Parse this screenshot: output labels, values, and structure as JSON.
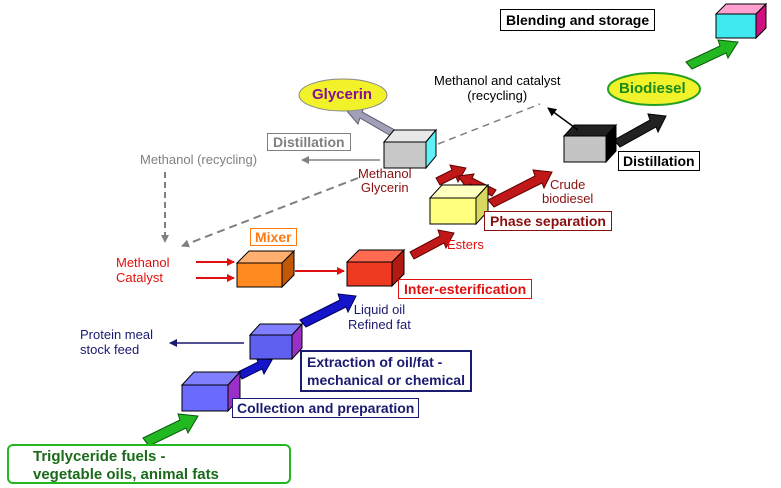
{
  "steps": {
    "feedstock": "Triglyceride fuels -",
    "feedstock_line2": "vegetable oils, animal fats",
    "collection": "Collection and preparation",
    "extraction": "Extraction of oil/fat -",
    "extraction_line2": "mechanical or chemical",
    "interesterification": "Inter-esterification",
    "phase_separation": "Phase separation",
    "mixer": "Mixer",
    "distillation_glycerin": "Distillation",
    "glycerin": "Glycerin",
    "distillation_biodiesel": "Distillation",
    "biodiesel": "Biodiesel",
    "blending": "Blending and storage"
  },
  "flows": {
    "protein_meal": "Protein meal",
    "stock_feed": "stock feed",
    "liquid_oil": "Liquid oil",
    "refined_fat": "Refined fat",
    "methanol_in": "Methanol",
    "catalyst_in": "Catalyst",
    "esters": "Esters",
    "methanol_out": "Methanol",
    "glycerin_out": "Glycerin",
    "crude": "Crude",
    "biodiesel_crude": "biodiesel",
    "methanol_recycling": "Methanol (recycling)",
    "methanol_catalyst_recycling": "Methanol and catalyst",
    "recycling": "(recycling)"
  },
  "colors": {
    "blue_box": "#4a4af0",
    "purple_box": "#7a3ae8",
    "orange_box": "#ff7a10",
    "red_box": "#ee3020",
    "yellow_box": "#ffff80",
    "grey_box": "#c8c8c8",
    "black_box": "#111111",
    "pink_box": "#ff60b0",
    "green_arrow": "#22b822",
    "blue_arrow": "#1414c8",
    "red_arrow": "#c01818",
    "highlight_yellow": "#f2f22a",
    "dark_navy": "#1a1a70",
    "dark_red": "#8a1010",
    "bright_red": "#e01010",
    "grey_text": "#808080"
  }
}
